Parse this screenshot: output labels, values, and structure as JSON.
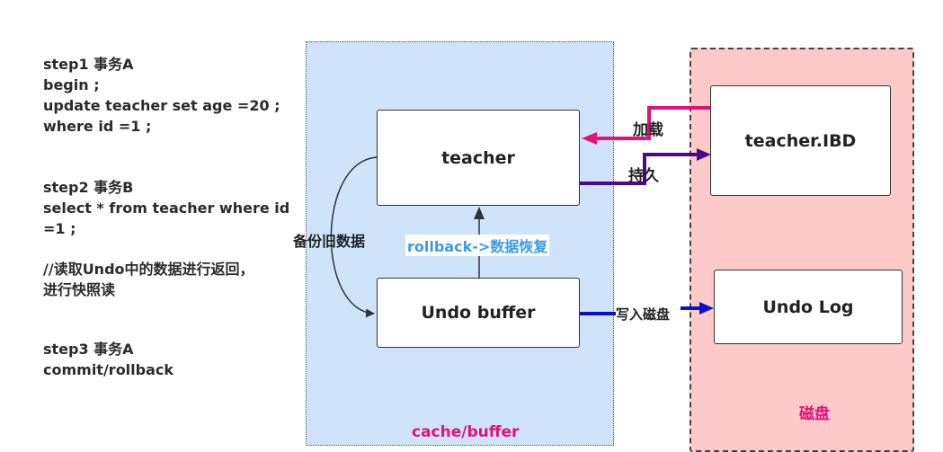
{
  "steps": {
    "step1_title": "step1  事务A",
    "step1_line1": "begin ;",
    "step1_line2": "update teacher set age =20 ;",
    "step1_line3": "where id =1 ;",
    "step2_title": "step2  事务B",
    "step2_line1": "select * from teacher where id",
    "step2_line2": "=1 ;",
    "comment_line1": "//读取Undo中的数据进行返回，",
    "comment_line2": "进行快照读",
    "step3_title": "step3 事务A",
    "step3_line1": "commit/rollback"
  },
  "cache": {
    "region_label": "cache/buffer",
    "teacher_box": "teacher",
    "undo_box": "Undo buffer",
    "backup_label": "备份旧数据",
    "rollback_label": "rollback->数据恢复"
  },
  "disk": {
    "region_label": "磁盘",
    "ibd_box": "teacher.IBD",
    "undolog_box": "Undo Log"
  },
  "flows": {
    "load_label": "加载",
    "persist_label": "持久",
    "write_label": "写入磁盘"
  },
  "colors": {
    "cache_bg": "#cfe3fa",
    "disk_bg": "#fec9c9",
    "load_arrow": "#e4117a",
    "persist_arrow": "#4b0a8c",
    "write_arrow": "#0a10c8",
    "rollback_text": "#3b9be8"
  }
}
